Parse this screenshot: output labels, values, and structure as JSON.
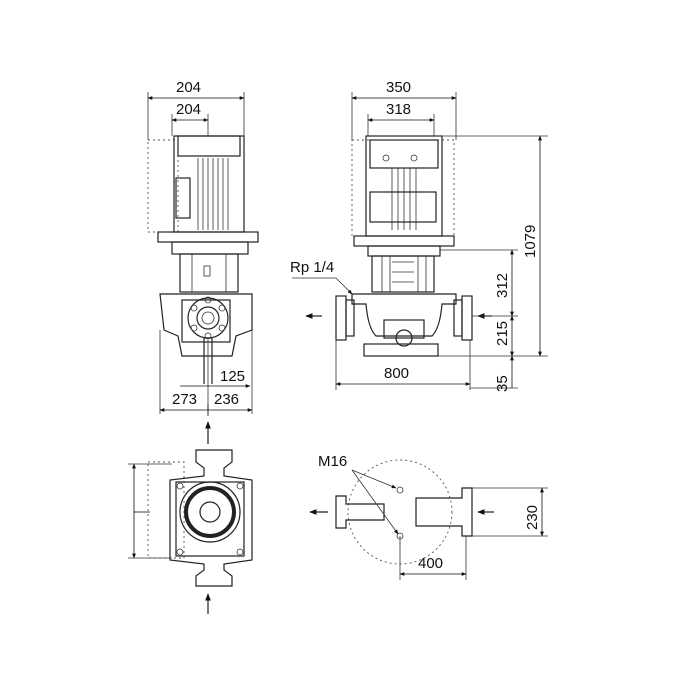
{
  "dimensions": {
    "front_width_outer": "204",
    "front_width_inner": "204",
    "side_width_outer": "350",
    "side_width_inner": "318",
    "total_height": "1079",
    "port_height": "312",
    "flange_height": "215",
    "base_height": "35",
    "port_length": "800",
    "offset_small": "125",
    "left_half": "273",
    "right_half": "236",
    "top_depth": "230",
    "bolt_spacing": "400"
  },
  "labels": {
    "rp": "Rp 1/4",
    "bolt": "M16"
  },
  "icons": [
    "arrow-left-icon",
    "arrow-right-icon",
    "arrow-up-icon",
    "arrow-down-icon"
  ]
}
